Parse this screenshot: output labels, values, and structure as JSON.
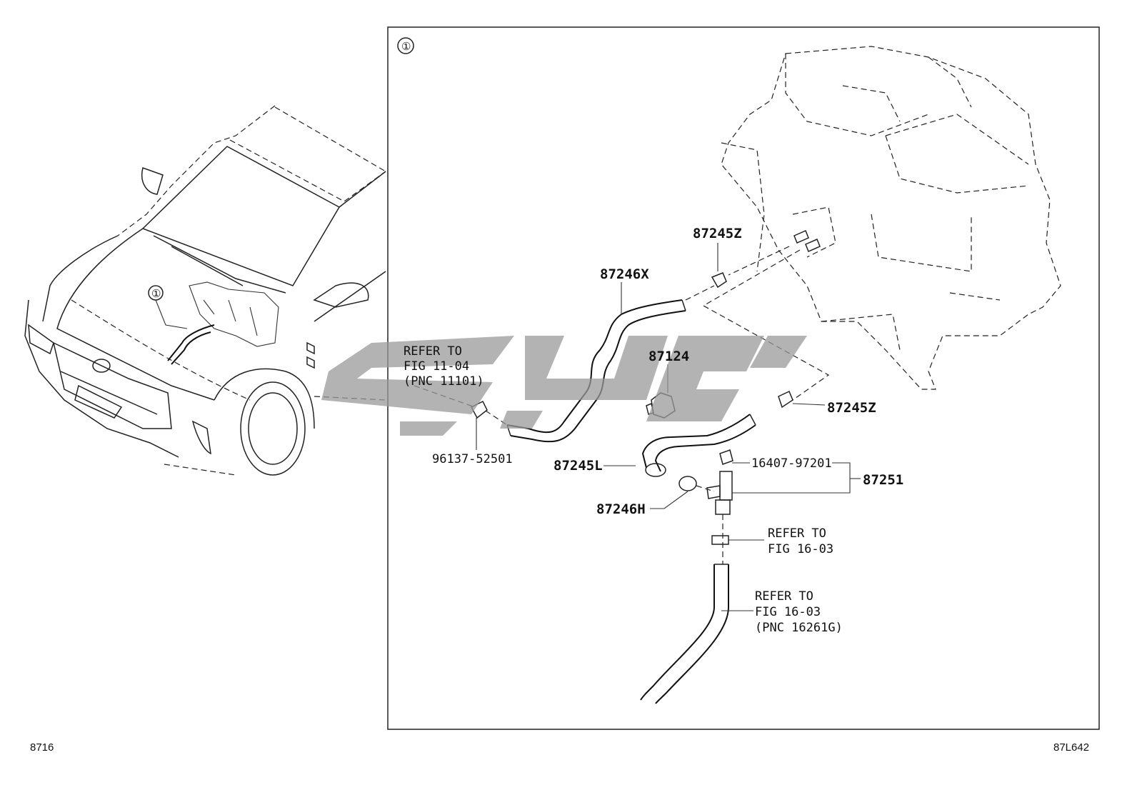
{
  "callout": {
    "ref_car": "①",
    "ref_box": "①"
  },
  "parts": {
    "p87245Z_top": "87245Z",
    "p87246X": "87246X",
    "p87124": "87124",
    "p87245Z_right": "87245Z",
    "p96137": "96137-52501",
    "p87245L": "87245L",
    "p16407": "16407-97201",
    "p87251": "87251",
    "p87246H": "87246H"
  },
  "refs": {
    "ref_fig_11_04": [
      "REFER TO",
      "FIG 11-04",
      "(PNC 11101)"
    ],
    "ref_fig_16_03_a": [
      "REFER TO",
      "FIG 16-03"
    ],
    "ref_fig_16_03_b": [
      "REFER TO",
      "FIG 16-03",
      "(PNC 16261G)"
    ]
  },
  "footer": {
    "left_code": "8716",
    "right_code": "87L642"
  },
  "colors": {
    "line": "#222222",
    "watermark": "#9a9a9a",
    "background": "#ffffff"
  }
}
